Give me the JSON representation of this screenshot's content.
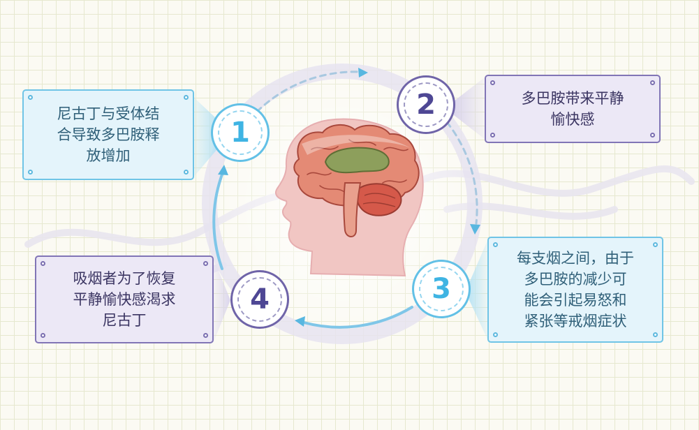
{
  "steps": [
    {
      "number": "1",
      "text": "尼古丁与受体结\n合导致多巴胺释\n放增加"
    },
    {
      "number": "2",
      "text": "多巴胺带来平静\n愉快感"
    },
    {
      "number": "3",
      "text": "每支烟之间，由于\n多巴胺的减少可\n能会引起易怒和\n紧张等戒烟症状"
    },
    {
      "number": "4",
      "text": "吸烟者为了恢复\n平静愉快感渴求\n尼古丁"
    }
  ],
  "colors": {
    "blue": "#6fc4e6",
    "purple": "#8175b6",
    "blue_fill": "#e4f4fb",
    "purple_fill": "#ece8f6",
    "brain": "#e48a75",
    "cerebellum": "#d5594a",
    "limbic": "#8d9f5c",
    "head": "#f1c6c3"
  }
}
